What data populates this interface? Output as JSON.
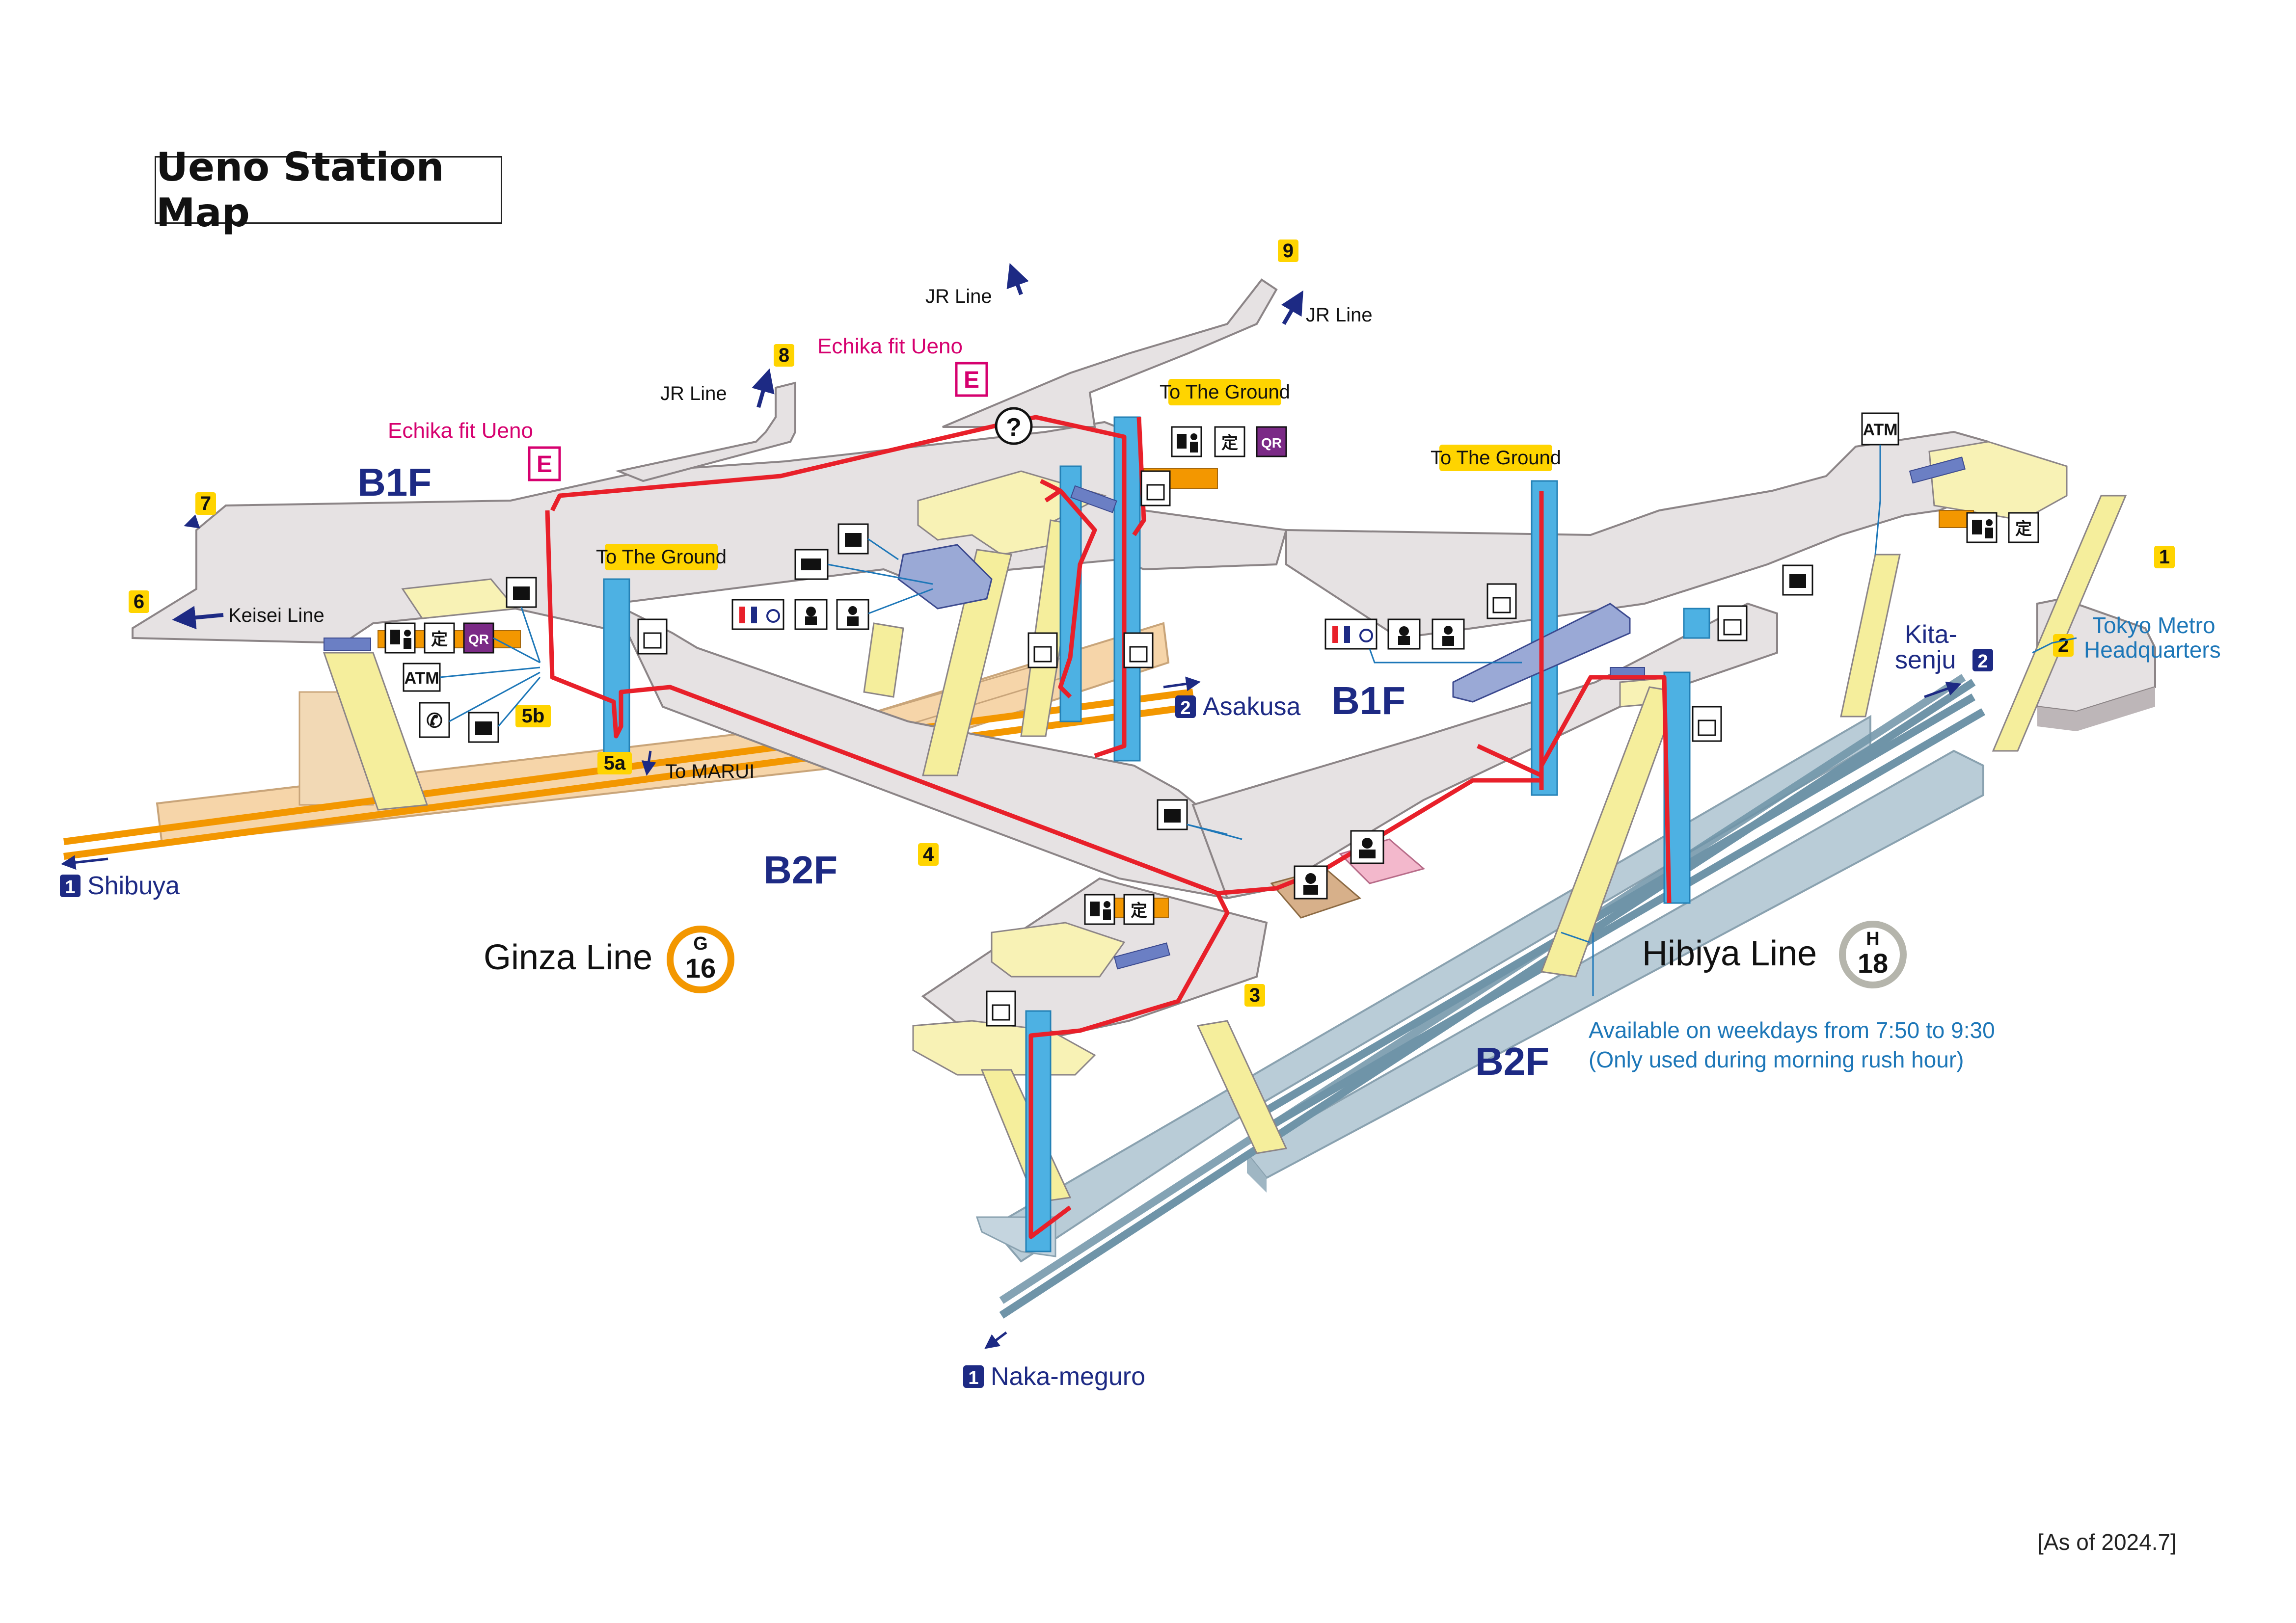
{
  "title": "Ueno Station Map",
  "as_of": "[As of 2024.7]",
  "floors": {
    "b1f_left": "B1F",
    "b1f_right": "B1F",
    "b2f_ginza": "B2F",
    "b2f_hibiya": "B2F"
  },
  "lines": {
    "ginza": {
      "name": "Ginza Line",
      "letter": "G",
      "number": "16",
      "color": "#f39700"
    },
    "hibiya": {
      "name": "Hibiya Line",
      "letter": "H",
      "number": "18",
      "color": "#b5b5ac"
    }
  },
  "directions": {
    "shibuya": {
      "num": "1",
      "name": "Shibuya"
    },
    "asakusa": {
      "num": "2",
      "name": "Asakusa"
    },
    "kitasenju": {
      "num": "2",
      "name_top": "Kita-",
      "name_bottom": "senju"
    },
    "nakameguro": {
      "num": "1",
      "name": "Naka-meguro"
    }
  },
  "exits": [
    "1",
    "2",
    "3",
    "4",
    "5a",
    "5b",
    "6",
    "7",
    "8",
    "9"
  ],
  "labels": {
    "jr_line": "JR Line",
    "keisei_line": "Keisei Line",
    "to_marui": "To MARUI",
    "to_the_ground": "To The Ground",
    "echika": "Echika fit Ueno",
    "echika_badge": "E",
    "atm": "ATM",
    "tokyo_metro_top": "Tokyo Metro",
    "tokyo_metro_bottom": "Headquarters",
    "note_line1": "Available on weekdays from 7:50 to 9:30",
    "note_line2": "(Only used during morning rush hour)",
    "teiki": "定",
    "qr": "QR",
    "info": "?"
  },
  "colors": {
    "accent_route": "#e8202a",
    "navy": "#1d2a84",
    "echika_pink": "#d6006f",
    "exit_yellow": "#ffd400",
    "elevator_blue": "#4db1e3",
    "floor_gray": "#e6e2e3",
    "stair_yellow": "#f5ee9c",
    "hibiya_blue": "#b9ccd7"
  }
}
